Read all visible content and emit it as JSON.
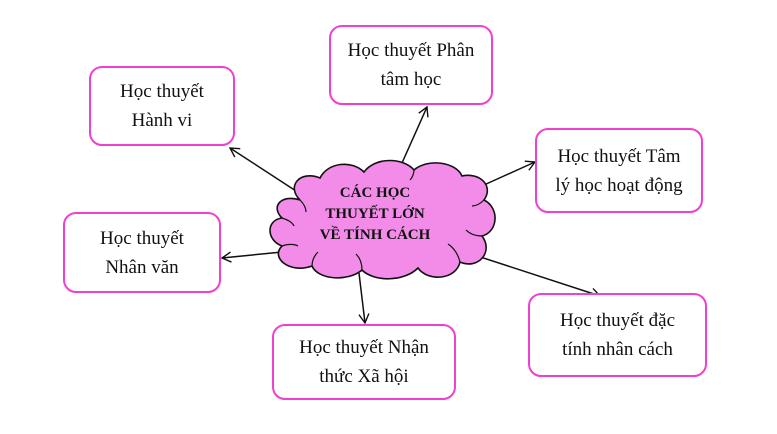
{
  "diagram": {
    "type": "mind-map",
    "colors": {
      "box_border": "#f040d0",
      "cloud_fill": "#f28ce8",
      "cloud_stroke": "#111111",
      "arrow": "#111111",
      "text": "#111111"
    },
    "center": {
      "lines": [
        "CÁC HỌC",
        "THUYẾT LỚN",
        "VỀ TÍNH CÁCH"
      ]
    },
    "nodes": [
      {
        "id": "hanh-vi",
        "lines": [
          "Học thuyết",
          "Hành vi"
        ]
      },
      {
        "id": "phan-tam-hoc",
        "lines": [
          "Học thuyết Phân",
          "tâm học"
        ]
      },
      {
        "id": "tam-ly-hoc-hoat-dong",
        "lines": [
          "Học thuyết Tâm",
          "lý học hoạt động"
        ]
      },
      {
        "id": "nhan-van",
        "lines": [
          "Học thuyết",
          "Nhân văn"
        ]
      },
      {
        "id": "nhan-thuc-xa-hoi",
        "lines": [
          "Học thuyết Nhận",
          "thức Xã hội"
        ]
      },
      {
        "id": "dac-tinh-nhan-cach",
        "lines": [
          "Học thuyết đặc",
          "tính nhân cách"
        ]
      }
    ]
  }
}
